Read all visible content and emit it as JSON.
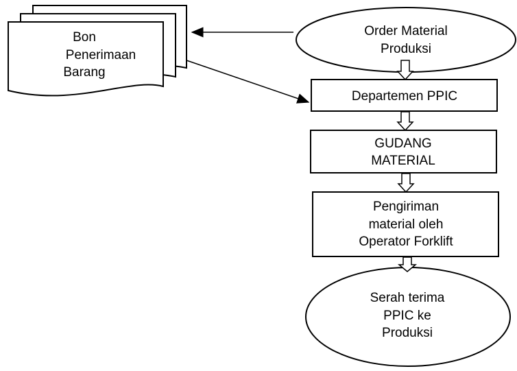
{
  "document": {
    "lines": [
      "Bon",
      "Penerimaan",
      "Barang"
    ]
  },
  "order": {
    "lines": [
      "Order Material",
      "Produksi"
    ]
  },
  "ppic": {
    "label": "Departemen PPIC"
  },
  "gudang": {
    "lines": [
      "GUDANG",
      "MATERIAL"
    ]
  },
  "pengiriman": {
    "lines": [
      "Pengiriman",
      "material oleh",
      "Operator Forklift"
    ]
  },
  "serah": {
    "lines": [
      "Serah terima",
      "PPIC ke",
      "Produksi"
    ]
  }
}
